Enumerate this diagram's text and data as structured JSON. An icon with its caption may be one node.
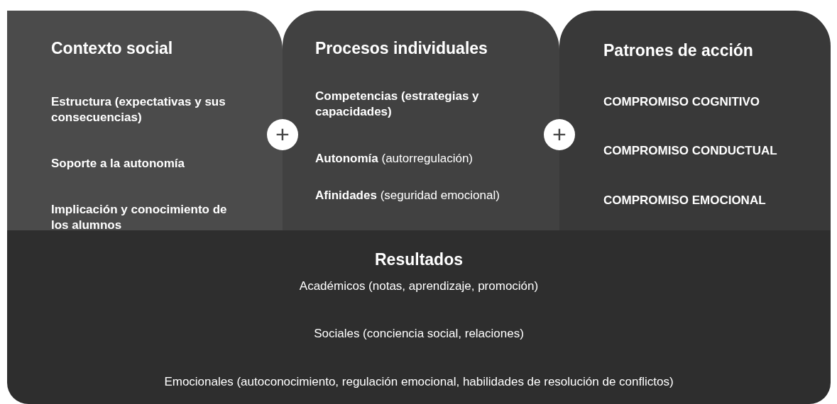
{
  "diagram": {
    "nodes": [
      {
        "text": [
          "Contexto social",
          "**Estructura** (expectativas y sus consecuencias)",
          "Soporte a la autonomía",
          "Implicación y conocimiento de los alumnos"
        ]
      },
      {
        "text": [
          "+"
        ]
      },
      {
        "text": [
          "Procesos individuales",
          "**Competencias** (estrategias y capacidades)",
          "**Autonomía** (autorregulación)",
          "**Afinidades** (seguridad emocional)"
        ]
      },
      {
        "text": [
          "+"
        ]
      },
      {
        "text": [
          "Patrones de acción",
          "COMPROMISO COGNITIVO",
          "COMPROMISO CONDUCTUAL",
          "COMPROMISO EMOCIONAL"
        ]
      },
      {
        "text": [
          "Resultados",
          "Académicos (notas, aprendizaje, promoción)",
          "Sociales (conciencia social, relaciones)",
          "Emocionales (autoconocimiento, regulación emocional, habilidades de resolución de conflictos)"
        ]
      }
    ],
    "edges": []
  }
}
